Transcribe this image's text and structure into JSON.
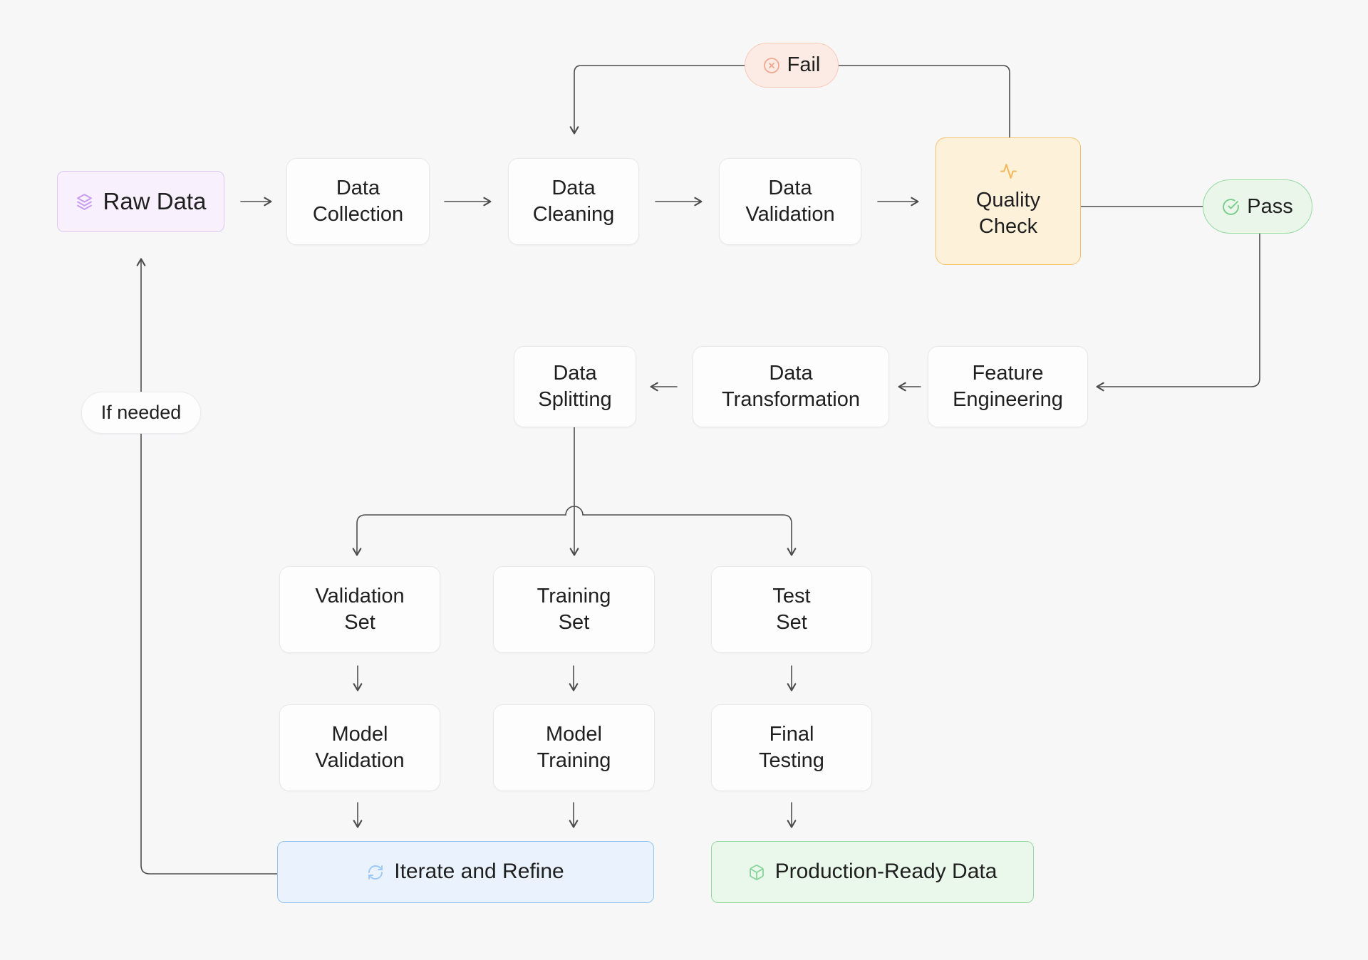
{
  "canvas": {
    "background": "#f7f7f8",
    "connector_color": "#4d4d4d",
    "text_color": "#1f1f1f"
  },
  "nodes": {
    "raw_data": {
      "label": "Raw Data",
      "icon": "layers-icon",
      "accent": "#c79bf0",
      "bg": "#f8f0fd",
      "border": "#dcc8f0"
    },
    "data_collection": {
      "label": "Data\nCollection"
    },
    "data_cleaning": {
      "label": "Data\nCleaning"
    },
    "data_validation": {
      "label": "Data\nValidation"
    },
    "quality_check": {
      "label": "Quality\nCheck",
      "icon": "activity-icon",
      "accent": "#f3b85c",
      "bg": "#fdf1da",
      "border": "#f4c26f"
    },
    "feature_engineering": {
      "label": "Feature\nEngineering"
    },
    "data_transformation": {
      "label": "Data\nTransformation"
    },
    "data_splitting": {
      "label": "Data\nSplitting"
    },
    "validation_set": {
      "label": "Validation\nSet"
    },
    "training_set": {
      "label": "Training\nSet"
    },
    "test_set": {
      "label": "Test\nSet"
    },
    "model_validation": {
      "label": "Model\nValidation"
    },
    "model_training": {
      "label": "Model\nTraining"
    },
    "final_testing": {
      "label": "Final\nTesting"
    },
    "iterate_and_refine": {
      "label": "Iterate and Refine",
      "icon": "refresh-icon",
      "accent": "#9cc8f7",
      "bg": "#e9f2fd",
      "border": "#94c5f2"
    },
    "production_ready_data": {
      "label": "Production-Ready Data",
      "icon": "package-icon",
      "accent": "#86d498",
      "bg": "#eaf7eb",
      "border": "#94d9a0"
    }
  },
  "edge_labels": {
    "fail": {
      "label": "Fail",
      "icon": "x-circle-icon",
      "accent": "#f0a88e",
      "bg": "#fcebe4",
      "border": "#f8c9b6"
    },
    "pass": {
      "label": "Pass",
      "icon": "check-circle-icon",
      "accent": "#77cc8a",
      "bg": "#e9f6e9",
      "border": "#94d9a0"
    },
    "if_needed": {
      "label": "If needed",
      "bg": "#fdfdfe",
      "border": "#ececee"
    }
  }
}
